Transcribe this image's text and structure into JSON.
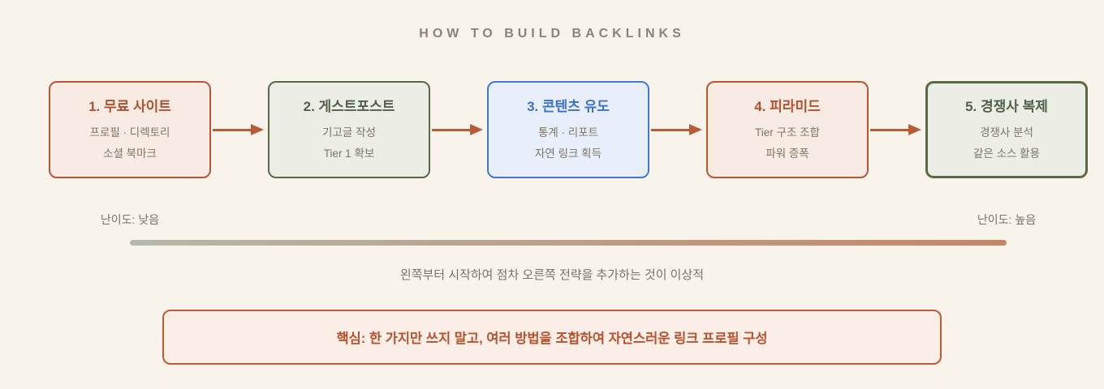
{
  "title": "HOW TO BUILD BACKLINKS",
  "steps": [
    {
      "title": "1. 무료 사이트",
      "lines": [
        "프로필 · 디렉토리",
        "소셜 북마크"
      ]
    },
    {
      "title": "2. 게스트포스트",
      "lines": [
        "기고글 작성",
        "Tier 1 확보"
      ]
    },
    {
      "title": "3. 콘텐츠 유도",
      "lines": [
        "통계 · 리포트",
        "자연 링크 획득"
      ]
    },
    {
      "title": "4. 피라미드",
      "lines": [
        "Tier 구조 조합",
        "파워 증폭"
      ]
    },
    {
      "title": "5. 경쟁사 복제",
      "lines": [
        "경쟁사 분석",
        "같은 소스 활용"
      ]
    }
  ],
  "difficulty": {
    "low_label": "난이도: 낮음",
    "high_label": "난이도: 높음",
    "gradient_start_color": "#b5b8aa",
    "gradient_end_color": "#c68565"
  },
  "note": "왼쪽부터 시작하여 점차 오른쪽 전략을 추가하는 것이 이상적",
  "key_message": "핵심: 한 가지만 쓰지 말고, 여러 방법을 조합하여 자연스러운 링크 프로필 구성",
  "colors": {
    "background": "#f8f4ec",
    "title_text": "#8b8376",
    "arrow": "#b95c35",
    "orange_border": "#bc5533",
    "orange_bg": "#f7ebe4",
    "green_border": "#5d6849",
    "green_bg": "#ecede4",
    "blue_border": "#4377d2",
    "blue_bg": "#e8effa",
    "key_border": "#bc5b35",
    "key_bg": "#faeee7",
    "key_text": "#b8512d"
  }
}
